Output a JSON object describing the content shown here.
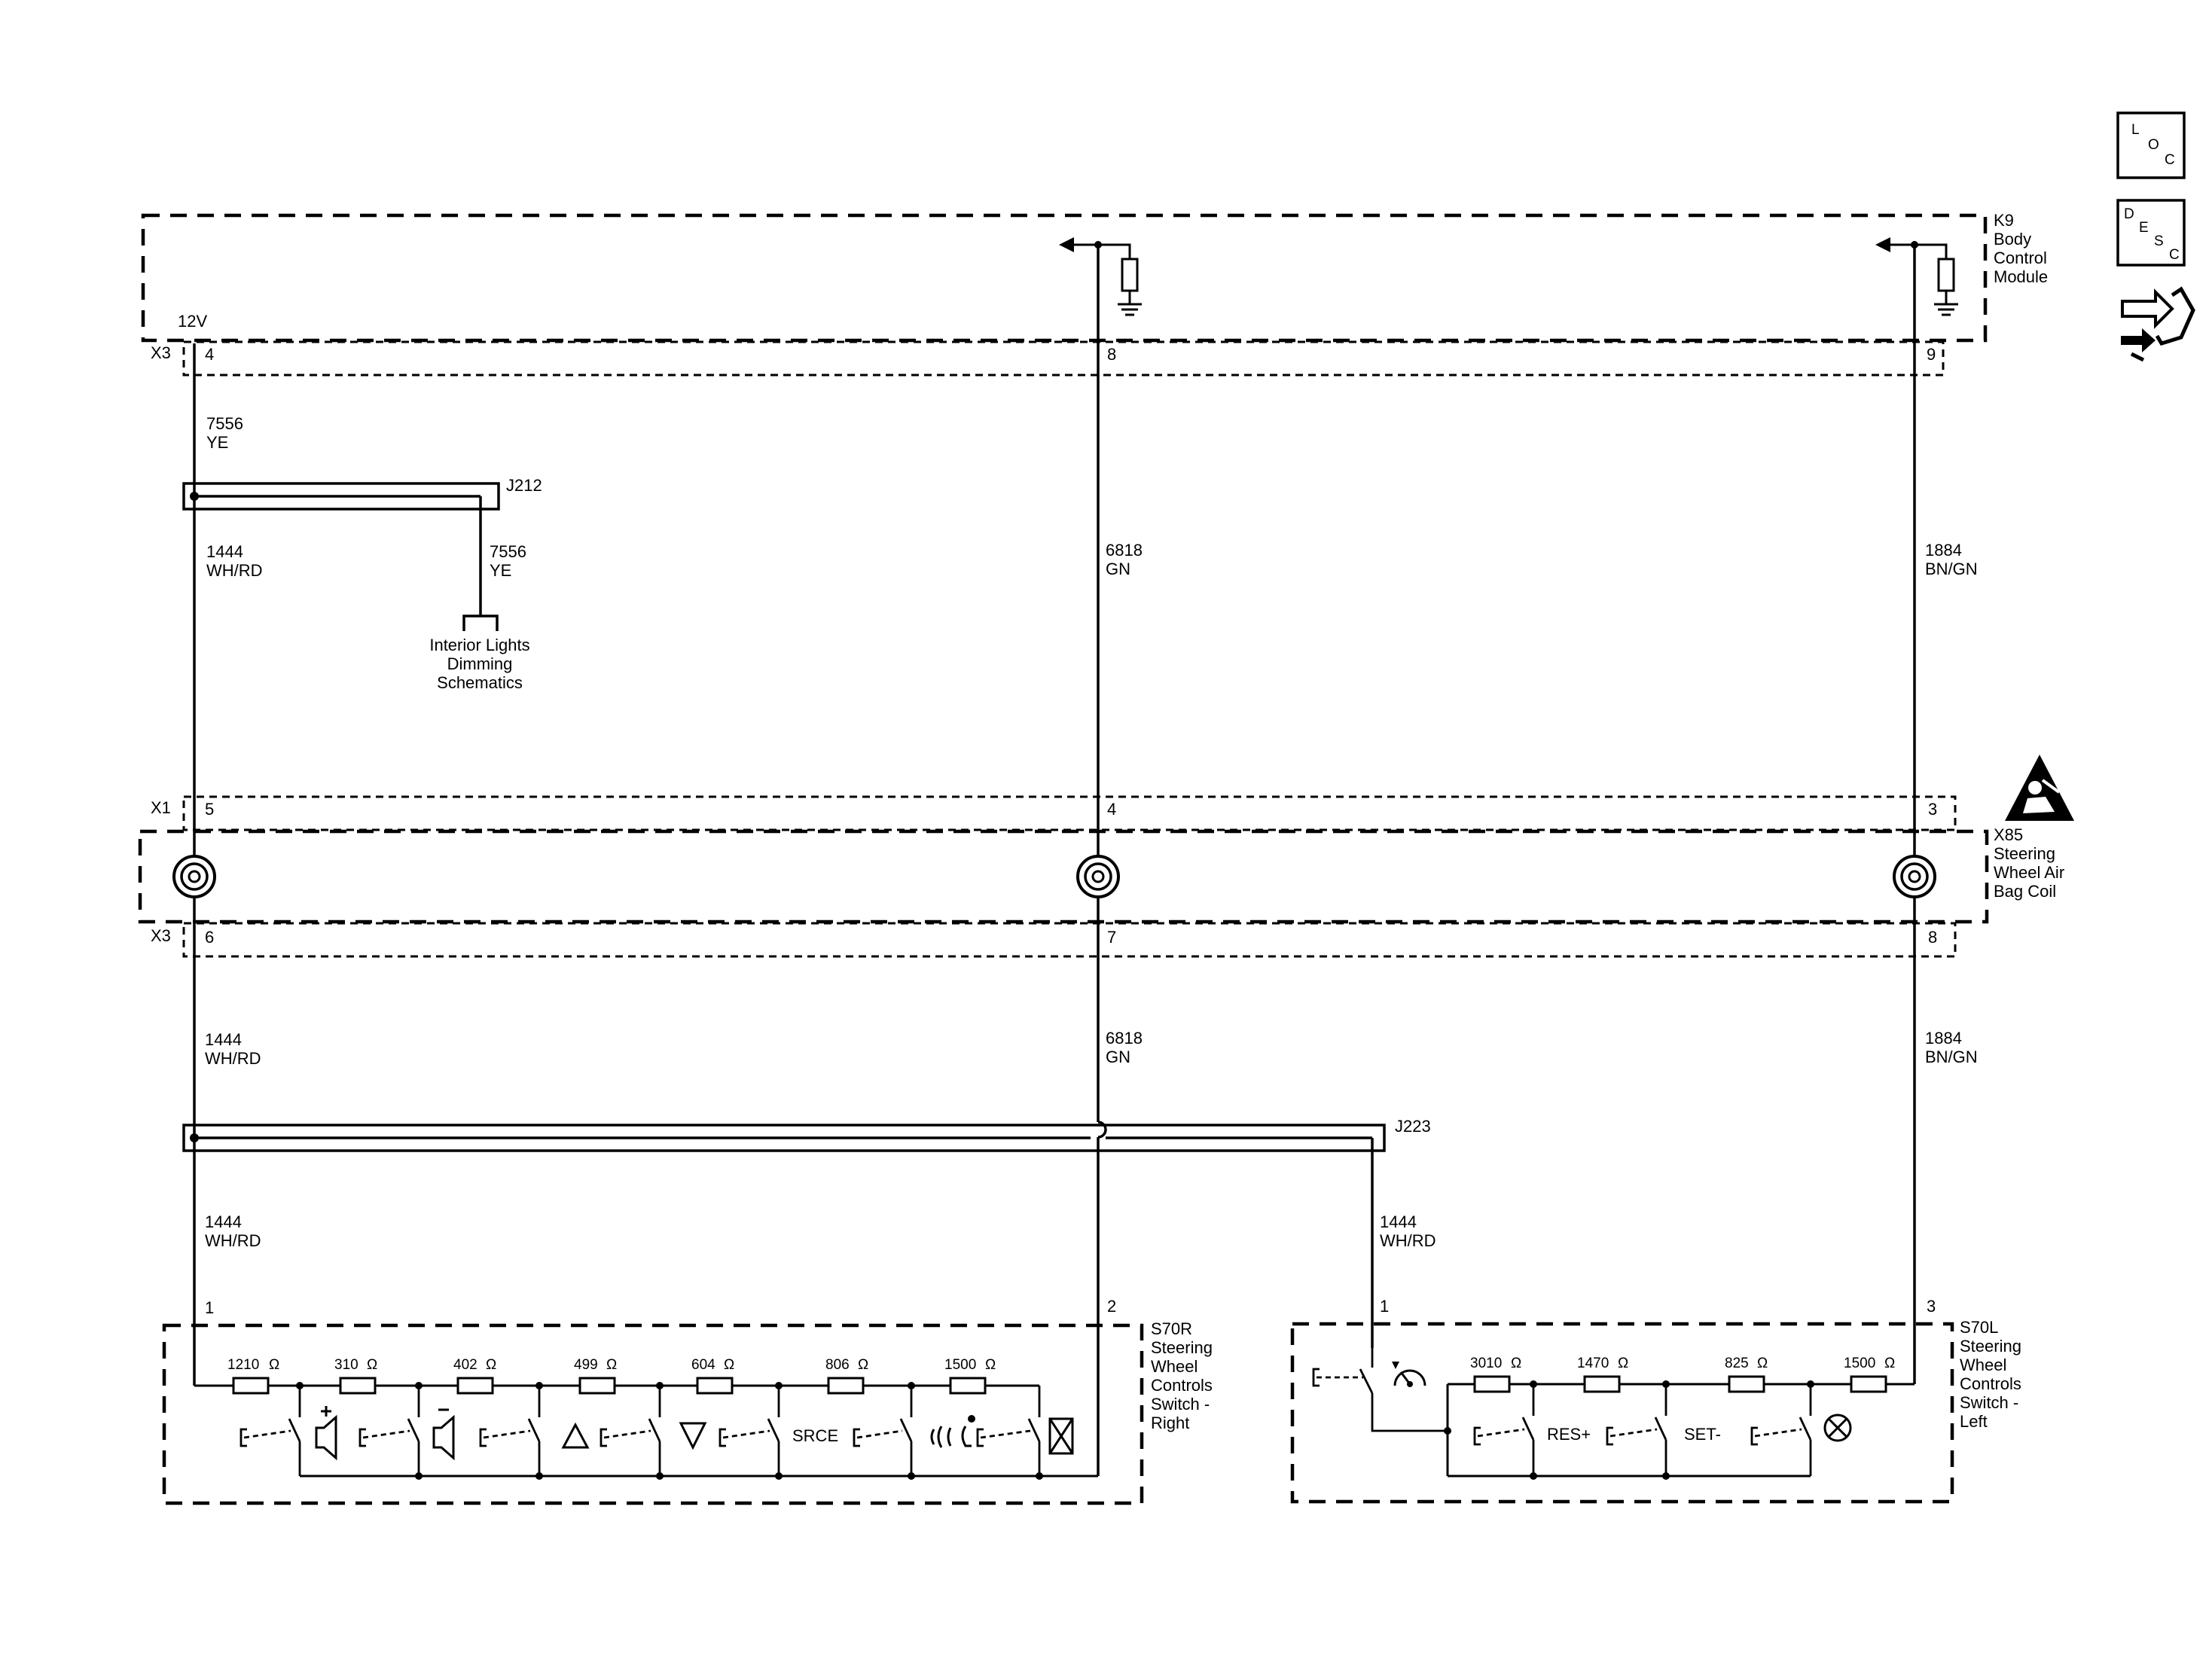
{
  "icons": {
    "loc": {
      "l1": "L",
      "l2": "O",
      "l3": "C"
    },
    "desc": {
      "l1": "D",
      "l2": "E",
      "l3": "S",
      "l4": "C"
    }
  },
  "k9": {
    "name": "K9",
    "title_lines": [
      "Body",
      "Control",
      "Module"
    ],
    "voltage": "12V",
    "connector": "X3",
    "pins": [
      "4",
      "8",
      "9"
    ]
  },
  "x85": {
    "name": "X85",
    "title_lines": [
      "Steering",
      "Wheel Air",
      "Bag Coil"
    ],
    "connector_top": "X1",
    "pins_top": [
      "5",
      "4",
      "3"
    ],
    "connector_bottom": "X3",
    "pins_bottom": [
      "6",
      "7",
      "8"
    ]
  },
  "wires": {
    "w7556_top": {
      "circuit": "7556",
      "color": "YE"
    },
    "w7556_branch": {
      "circuit": "7556",
      "color": "YE"
    },
    "w1444_upper": {
      "circuit": "1444",
      "color": "WH/RD"
    },
    "w6818_upper": {
      "circuit": "6818",
      "color": "GN"
    },
    "w1884_upper": {
      "circuit": "1884",
      "color": "BN/GN"
    },
    "w1444_mid": {
      "circuit": "1444",
      "color": "WH/RD"
    },
    "w6818_mid": {
      "circuit": "6818",
      "color": "GN"
    },
    "w1884_mid": {
      "circuit": "1884",
      "color": "BN/GN"
    },
    "w1444_lower": {
      "circuit": "1444",
      "color": "WH/RD"
    },
    "w1444_left_sw": {
      "circuit": "1444",
      "color": "WH/RD"
    }
  },
  "splices": {
    "j212": "J212",
    "j223": "J223"
  },
  "interior_lights": [
    "Interior Lights",
    "Dimming",
    "Schematics"
  ],
  "s70r": {
    "name": "S70R",
    "title_lines": [
      "Steering",
      "Wheel",
      "Controls",
      "Switch -",
      "Right"
    ],
    "pins": [
      "1",
      "2"
    ],
    "resistors": [
      "1210",
      "310",
      "402",
      "499",
      "604",
      "806",
      "1500"
    ],
    "ohm": "Ω",
    "srce_label": "SRCE"
  },
  "s70l": {
    "name": "S70L",
    "title_lines": [
      "Steering",
      "Wheel",
      "Controls",
      "Switch -",
      "Left"
    ],
    "pins": [
      "1",
      "3"
    ],
    "resistors": [
      "3010",
      "1470",
      "825",
      "1500"
    ],
    "res_label": "RES+",
    "set_label": "SET-"
  }
}
